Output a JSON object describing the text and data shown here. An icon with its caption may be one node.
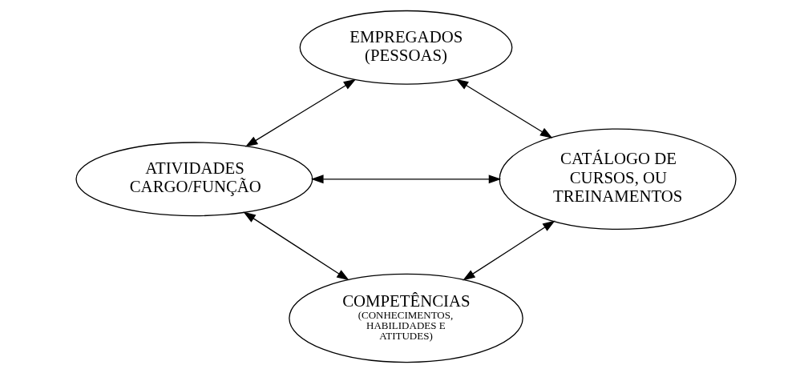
{
  "diagram": {
    "nodes": [
      {
        "text": [
          "EMPREGADOS (PESSOAS)"
        ]
      },
      {
        "text": [
          "ATIVIDADES CARGO/FUNÇÃO"
        ]
      },
      {
        "text": [
          "CATÁLOGO DE CURSOS, OU TREINAMENTOS"
        ]
      },
      {
        "text": [
          "COMPETÊNCIAS",
          "(CONHECIMENTOS, HABILIDADES E ATITUDES)"
        ]
      }
    ],
    "edges": [
      {
        "from": 0,
        "to": 1,
        "arrow": "both"
      },
      {
        "from": 0,
        "to": 2,
        "arrow": "both"
      },
      {
        "from": 1,
        "to": 2,
        "arrow": "both"
      },
      {
        "from": 1,
        "to": 3,
        "arrow": "both"
      },
      {
        "from": 2,
        "to": 3,
        "arrow": "both"
      }
    ]
  }
}
